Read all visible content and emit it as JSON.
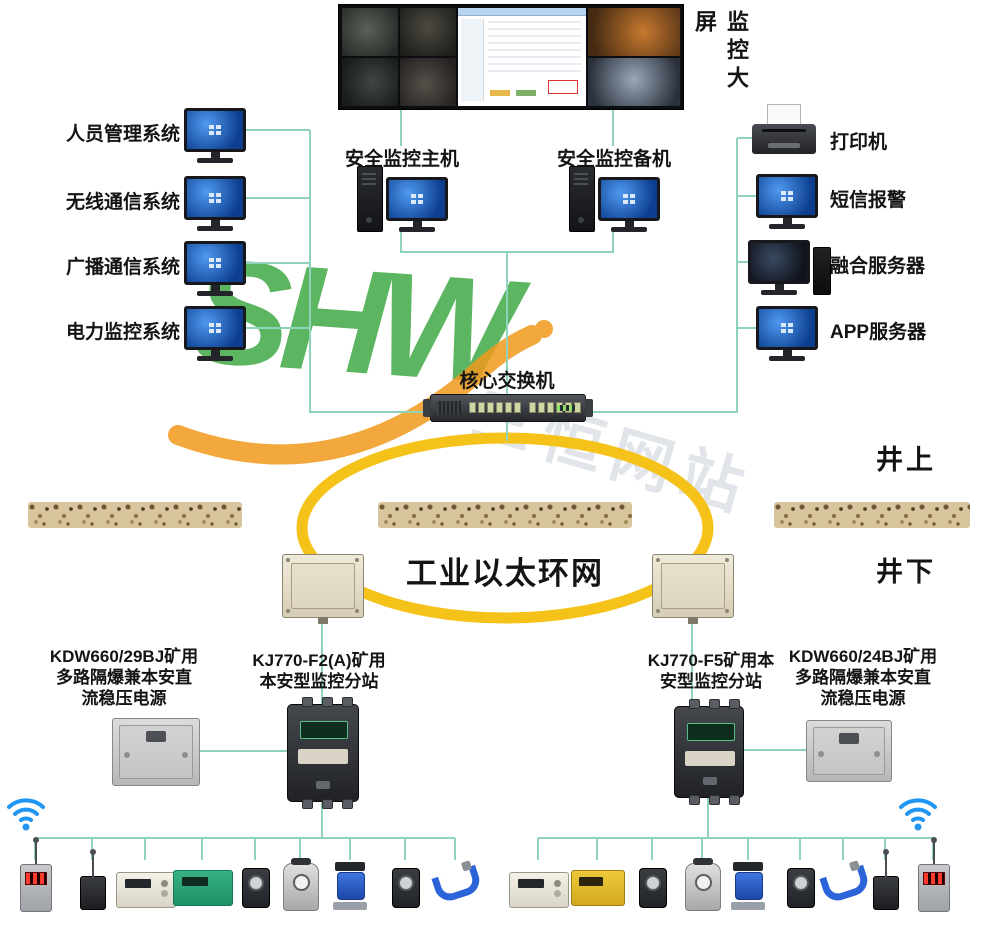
{
  "monitor_wall": {
    "label": "监控大屏"
  },
  "left_systems": [
    "人员管理系统",
    "无线通信系统",
    "广播通信系统",
    "电力监控系统"
  ],
  "hosts": {
    "main": "安全监控主机",
    "backup": "安全监控备机"
  },
  "surface_devices": [
    "打印机",
    "短信报警",
    "融合服务器",
    "APP服务器"
  ],
  "core_switch": {
    "label": "核心交换机"
  },
  "ring": {
    "label": "工业以太环网"
  },
  "zones": {
    "above": "井上",
    "below": "井下"
  },
  "underground": {
    "power_left": "KDW660/29BJ矿用\n多路隔爆兼本安直\n流稳压电源",
    "station_left": "KJ770-F2(A)矿用\n本安型监控分站",
    "station_right": "KJ770-F5矿用本\n安型监控分站",
    "power_right": "KDW660/24BJ矿用\n多路隔爆兼本安直\n流稳压电源"
  },
  "watermark": {
    "logo": "SHW",
    "site": "三恒网站"
  },
  "colors": {
    "wire": "#8fd3bd",
    "ring": "#f5c21a",
    "screen_blue": "#1a5fc8",
    "valve_blue": "#2b63d8"
  }
}
